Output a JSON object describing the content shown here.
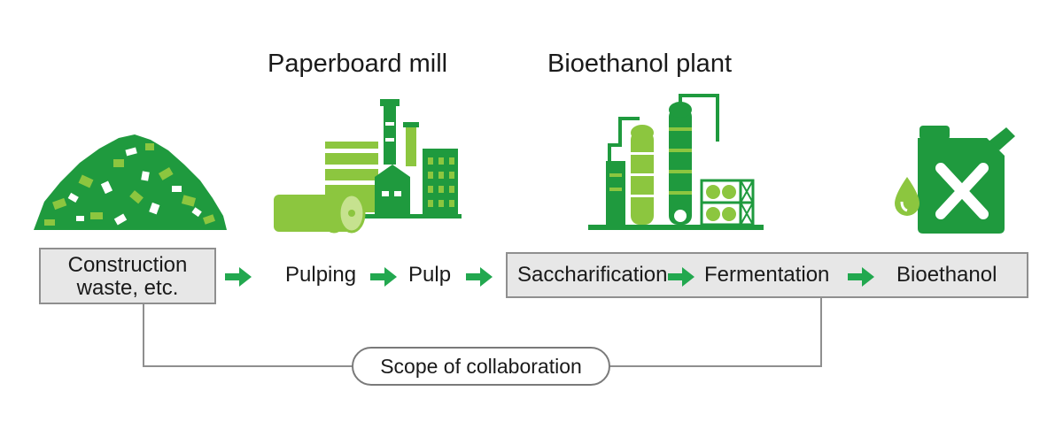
{
  "headings": {
    "paperboard_mill": "Paperboard mill",
    "bioethanol_plant": "Bioethanol plant"
  },
  "flow": {
    "construction_waste": "Construction\nwaste, etc.",
    "pulping": "Pulping",
    "pulp": "Pulp",
    "saccharification": "Saccharification",
    "fermentation": "Fermentation",
    "bioethanol": "Bioethanol"
  },
  "scope": {
    "label": "Scope of collaboration"
  },
  "colors": {
    "dark_green": "#1f9a3e",
    "light_green": "#8cc63f",
    "arrow_green": "#22a84f",
    "box_fill": "#e7e7e7",
    "box_border": "#8f8f8f"
  },
  "icons": [
    "waste-pile-icon",
    "paperboard-mill-icon",
    "bioethanol-plant-icon",
    "fuel-can-icon"
  ]
}
